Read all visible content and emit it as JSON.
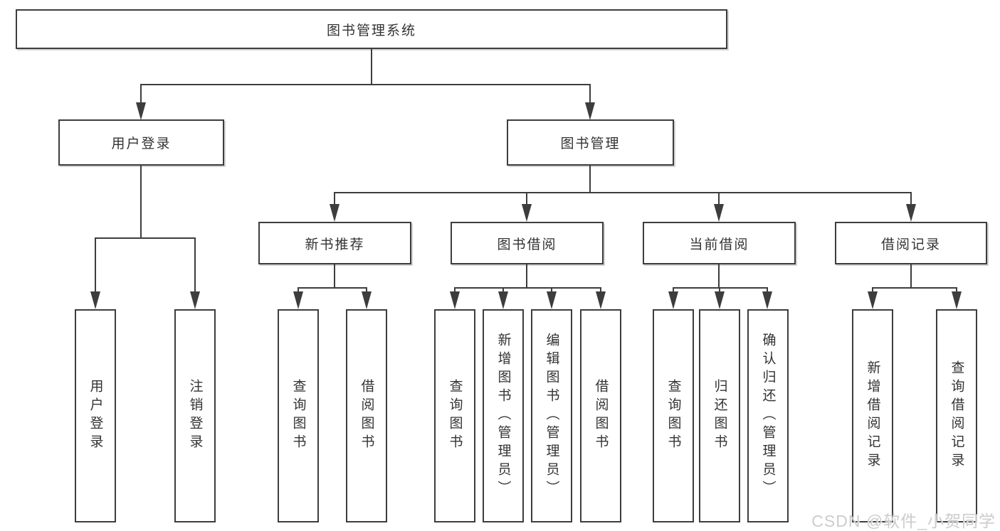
{
  "nodes": {
    "root": "图书管理系统",
    "user_login": "用户登录",
    "book_mgmt": "图书管理",
    "new_books": "新书推荐",
    "book_borrow": "图书借阅",
    "current_borrow": "当前借阅",
    "borrow_records": "借阅记录"
  },
  "leaves": {
    "user_login": [
      "用户登录",
      "注销登录"
    ],
    "new_books": [
      "查询图书",
      "借阅图书"
    ],
    "book_borrow": [
      "查询图书",
      "新增图书（管理员）",
      "编辑图书（管理员）",
      "借阅图书"
    ],
    "current_borrow": [
      "查询图书",
      "归还图书",
      "确认归还（管理员）"
    ],
    "borrow_records": [
      "新增借阅记录",
      "查询借阅记录"
    ]
  },
  "watermark": "CSDN @软件_小贺同学",
  "colors": {
    "line": "#3d3d3d",
    "text": "#333333",
    "bg": "#ffffff",
    "watermark": "#cccccc"
  }
}
